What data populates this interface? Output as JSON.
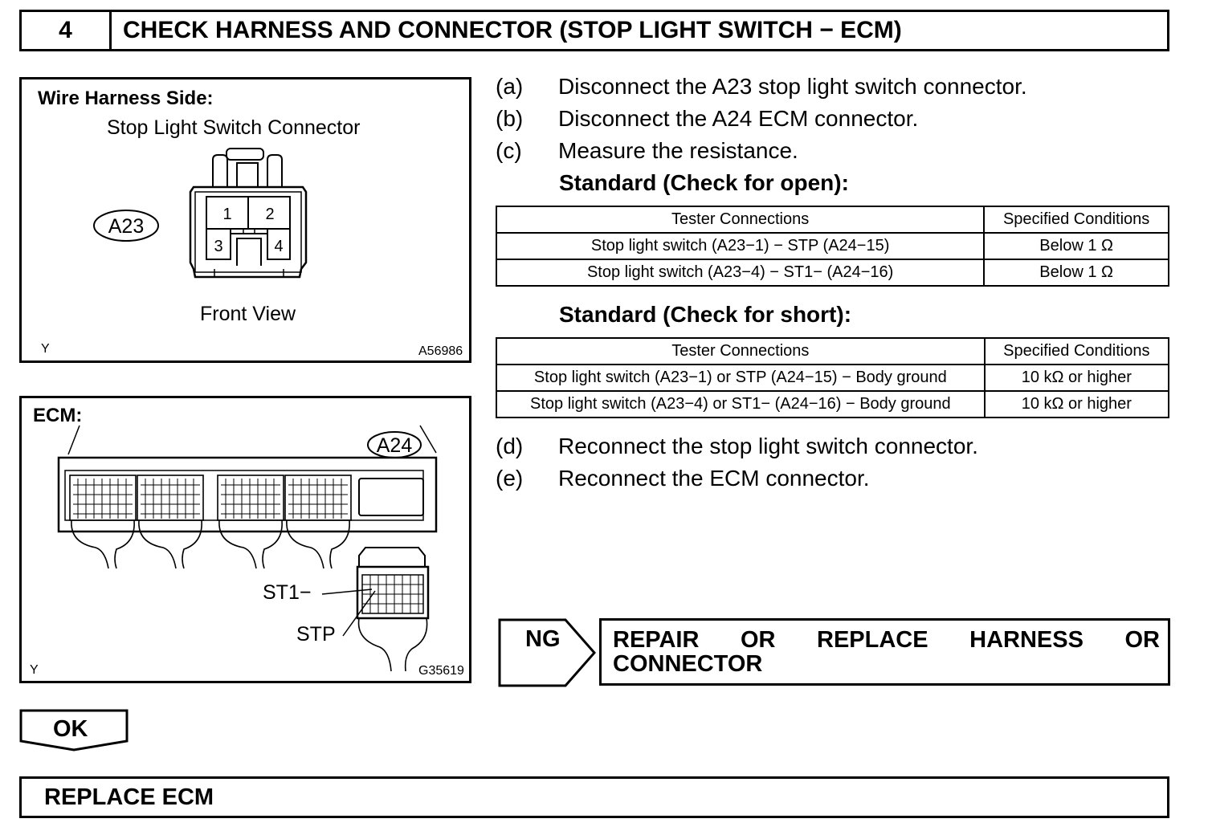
{
  "header": {
    "step_number": "4",
    "title": "CHECK HARNESS AND CONNECTOR (STOP LIGHT SWITCH − ECM)"
  },
  "figure1": {
    "side_label": "Wire Harness Side:",
    "connector_name": "Stop Light Switch Connector",
    "connector_code": "A23",
    "pins": [
      "1",
      "2",
      "3",
      "4"
    ],
    "view_label": "Front View",
    "corner_mark": "Y",
    "figure_code": "A56986"
  },
  "figure2": {
    "label": "ECM:",
    "connector_code": "A24",
    "terminal_st1": "ST1−",
    "terminal_stp": "STP",
    "corner_mark": "Y",
    "figure_code": "G35619"
  },
  "steps": [
    {
      "label": "(a)",
      "text": "Disconnect the A23 stop light switch connector."
    },
    {
      "label": "(b)",
      "text": "Disconnect the A24 ECM connector."
    },
    {
      "label": "(c)",
      "text": "Measure the resistance."
    },
    {
      "label": "(d)",
      "text": "Reconnect the stop light switch connector."
    },
    {
      "label": "(e)",
      "text": "Reconnect the ECM connector."
    }
  ],
  "standard_open": {
    "heading": "Standard (Check for open):",
    "columns": [
      "Tester Connections",
      "Specified Conditions"
    ],
    "rows": [
      [
        "Stop light switch (A23−1) − STP (A24−15)",
        "Below 1 Ω"
      ],
      [
        "Stop light switch (A23−4) − ST1− (A24−16)",
        "Below 1 Ω"
      ]
    ]
  },
  "standard_short": {
    "heading": "Standard (Check for short):",
    "columns": [
      "Tester Connections",
      "Specified Conditions"
    ],
    "rows": [
      [
        "Stop light switch (A23−1) or STP (A24−15) − Body ground",
        "10 kΩ or higher"
      ],
      [
        "Stop light switch (A23−4) or ST1− (A24−16) − Body ground",
        "10 kΩ or higher"
      ]
    ]
  },
  "ng": {
    "label": "NG",
    "line1_words": [
      "REPAIR",
      "OR",
      "REPLACE",
      "HARNESS",
      "OR"
    ],
    "line2": "CONNECTOR"
  },
  "ok": {
    "label": "OK"
  },
  "final": {
    "text": "REPLACE ECM"
  }
}
